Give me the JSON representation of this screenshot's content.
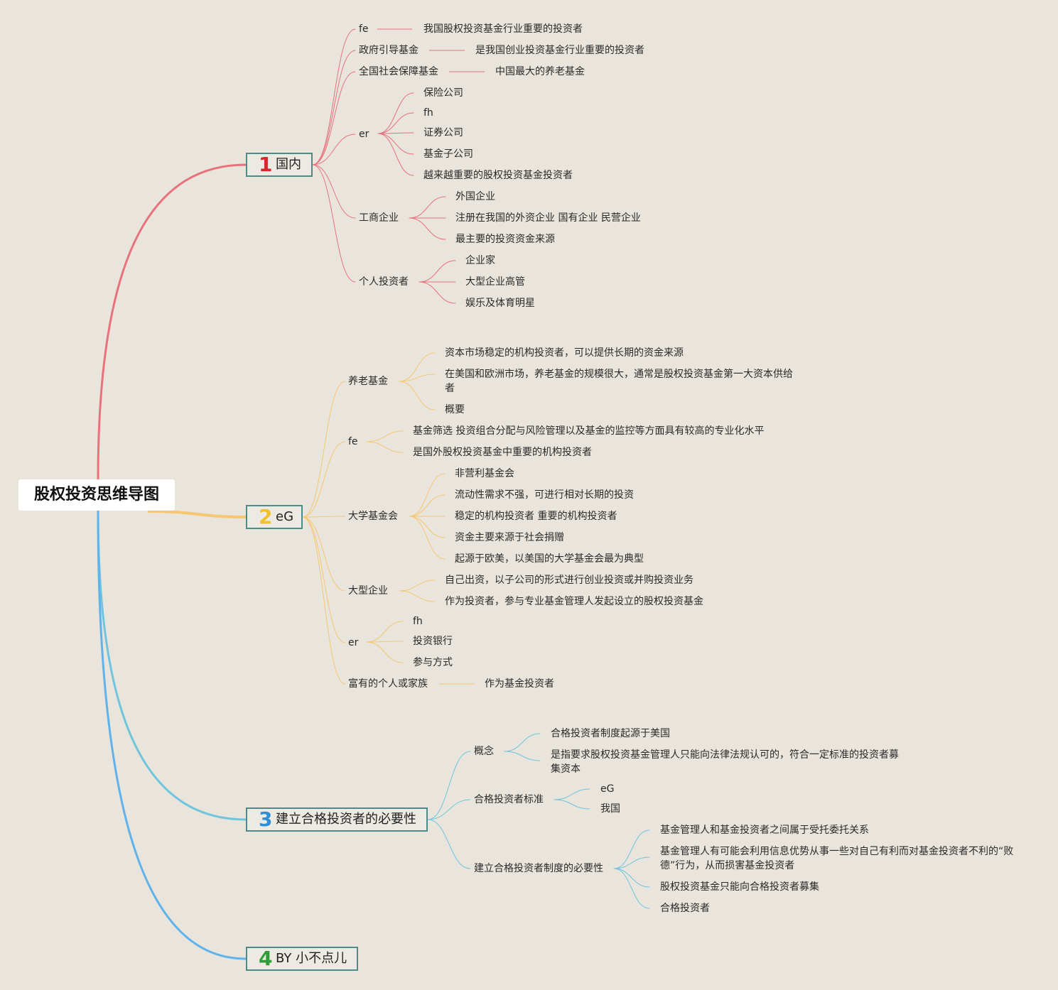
{
  "root": {
    "label": "股权投资思维导图"
  },
  "colors": {
    "b1": "#e8727c",
    "b2": "#f6c770",
    "b3": "#6ec5dc",
    "b4": "#60b3ea",
    "n1": "#d7262e",
    "n2": "#f2c12e",
    "n3": "#2d8fd5",
    "n4": "#2e9e3a"
  },
  "branches": [
    {
      "num": "1",
      "label": "国内"
    },
    {
      "num": "2",
      "label": "eG"
    },
    {
      "num": "3",
      "label": "建立合格投资者的必要性"
    },
    {
      "num": "4",
      "label": "BY 小不点儿"
    }
  ],
  "b1": {
    "fe": "fe",
    "fe_c": "我国股权投资基金行业重要的投资者",
    "zf": "政府引导基金",
    "zf_c": "是我国创业投资基金行业重要的投资者",
    "sb": "全国社会保障基金",
    "sb_c": "中国最大的养老基金",
    "er": "er",
    "er_c": [
      "保险公司",
      "fh",
      "证券公司",
      "基金子公司",
      "越来越重要的股权投资基金投资者"
    ],
    "gs": "工商企业",
    "gs_c": [
      "外国企业",
      "注册在我国的外资企业 国有企业 民营企业",
      "最主要的投资资金来源"
    ],
    "gr": "个人投资者",
    "gr_c": [
      "企业家",
      "大型企业高管",
      "娱乐及体育明星"
    ]
  },
  "b2": {
    "yl": "养老基金",
    "yl_c": [
      "资本市场稳定的机构投资者，可以提供长期的资金来源",
      "在美国和欧洲市场，养老基金的规模很大，通常是股权投资基金第一大资本供给者",
      "概要"
    ],
    "fe": "fe",
    "fe_c": [
      "基金筛选 投资组合分配与风险管理以及基金的监控等方面具有较高的专业化水平",
      "是国外股权投资基金中重要的机构投资者"
    ],
    "dx": "大学基金会",
    "dx_c": [
      "非营利基金会",
      "流动性需求不强，可进行相对长期的投资",
      "稳定的机构投资者 重要的机构投资者",
      "资金主要来源于社会捐赠",
      "起源于欧美，以美国的大学基金会最为典型"
    ],
    "qy": "大型企业",
    "qy_c": [
      "自己出资，以子公司的形式进行创业投资或并购投资业务",
      "作为投资者，参与专业基金管理人发起设立的股权投资基金"
    ],
    "er": "er",
    "er_c": [
      "fh",
      "投资银行",
      "参与方式"
    ],
    "fy": "富有的个人或家族",
    "fy_c": "作为基金投资者"
  },
  "b3": {
    "gn": "概念",
    "gn_c": [
      "合格投资者制度起源于美国",
      "是指要求股权投资基金管理人只能向法律法规认可的，符合一定标准的投资者募集资本"
    ],
    "bz": "合格投资者标准",
    "bz_c": [
      "eG",
      "我国"
    ],
    "by": "建立合格投资者制度的必要性",
    "by_c": [
      "基金管理人和基金投资者之间属于受托委托关系",
      "基金管理人有可能会利用信息优势从事一些对自己有利而对基金投资者不利的“败德”行为，从而损害基金投资者",
      "股权投资基金只能向合格投资者募集",
      "合格投资者"
    ]
  }
}
